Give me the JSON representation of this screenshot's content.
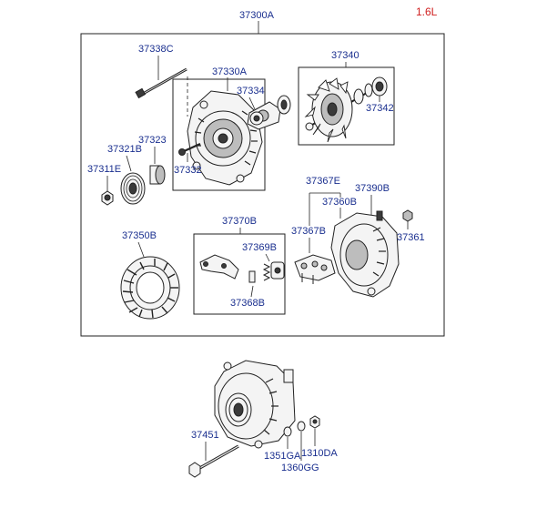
{
  "engine_label": "1.6L",
  "labels": {
    "main_assembly": "37300A",
    "through_bolt": "37338C",
    "front_bracket": "37330A",
    "bearing_front": "37334",
    "rotor": "37340",
    "bearing_rear": "37342",
    "spacer": "37323",
    "pulley": "37321B",
    "nut": "37311E",
    "screw": "37332",
    "stator": "37350B",
    "brush_holder_assy": "37370B",
    "brush_spring": "37369B",
    "brush": "37368B",
    "rectifier_group": "37367E",
    "rectifier_b": "37367B",
    "regulator": "37360B",
    "rear_bracket": "37390B",
    "rear_nut": "37361",
    "bolt": "37451",
    "washer": "1351GA",
    "lock_washer": "1360GG",
    "hex_nut": "1310DA"
  }
}
